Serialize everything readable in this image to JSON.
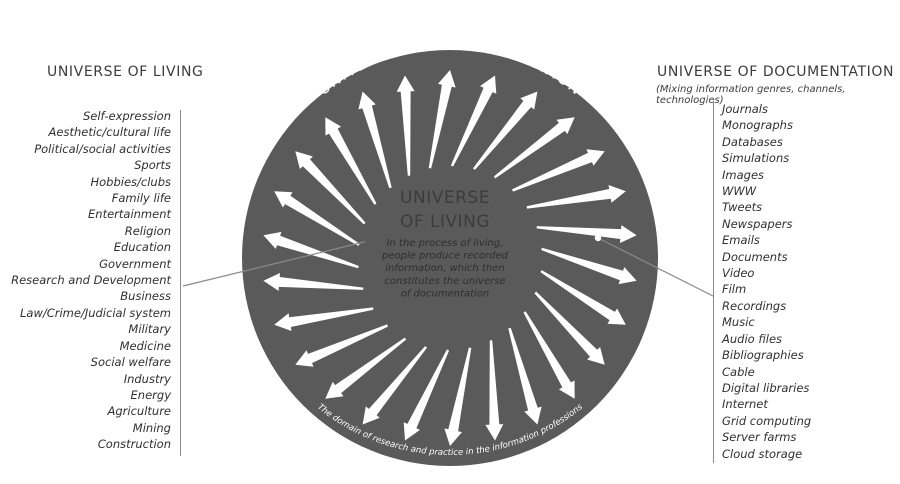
{
  "left_panel": {
    "heading": "UNIVERSE OF LIVING",
    "items": [
      "Self-expression",
      "Aesthetic/cultural life",
      "Political/social activities",
      "Sports",
      "Hobbies/clubs",
      "Family life",
      "Entertainment",
      "Religion",
      "Education",
      "Government",
      "Research and Development",
      "Business",
      "Law/Crime/Judicial system",
      "Military",
      "Medicine",
      "Social welfare",
      "Industry",
      "Energy",
      "Agriculture",
      "Mining",
      "Construction"
    ]
  },
  "right_panel": {
    "heading": "UNIVERSE OF DOCUMENTATION",
    "subheading": "(Mixing information genres, channels, technologies)",
    "items": [
      "Journals",
      "Monographs",
      "Databases",
      "Simulations",
      "Images",
      "WWW",
      "Tweets",
      "Newspapers",
      "Emails",
      "Documents",
      "Video",
      "Film",
      "Recordings",
      "Music",
      "Audio files",
      "Bibliographies",
      "Cable",
      "Digital libraries",
      "Internet",
      "Grid computing",
      "Server farms",
      "Cloud storage"
    ]
  },
  "circle": {
    "outer_title": "UNIVERSE OF DOCUMENTATION",
    "inner_title_line1": "UNIVERSE",
    "inner_title_line2": "OF LIVING",
    "inner_text": [
      "In the process of living,",
      "people produce recorded",
      "information, which then",
      "constitutes the universe",
      "of documentation"
    ],
    "bottom_caption": "The domain of research and practice in the information professions",
    "fill_color": "#5a5a5a",
    "arrow_color": "#ffffff"
  }
}
